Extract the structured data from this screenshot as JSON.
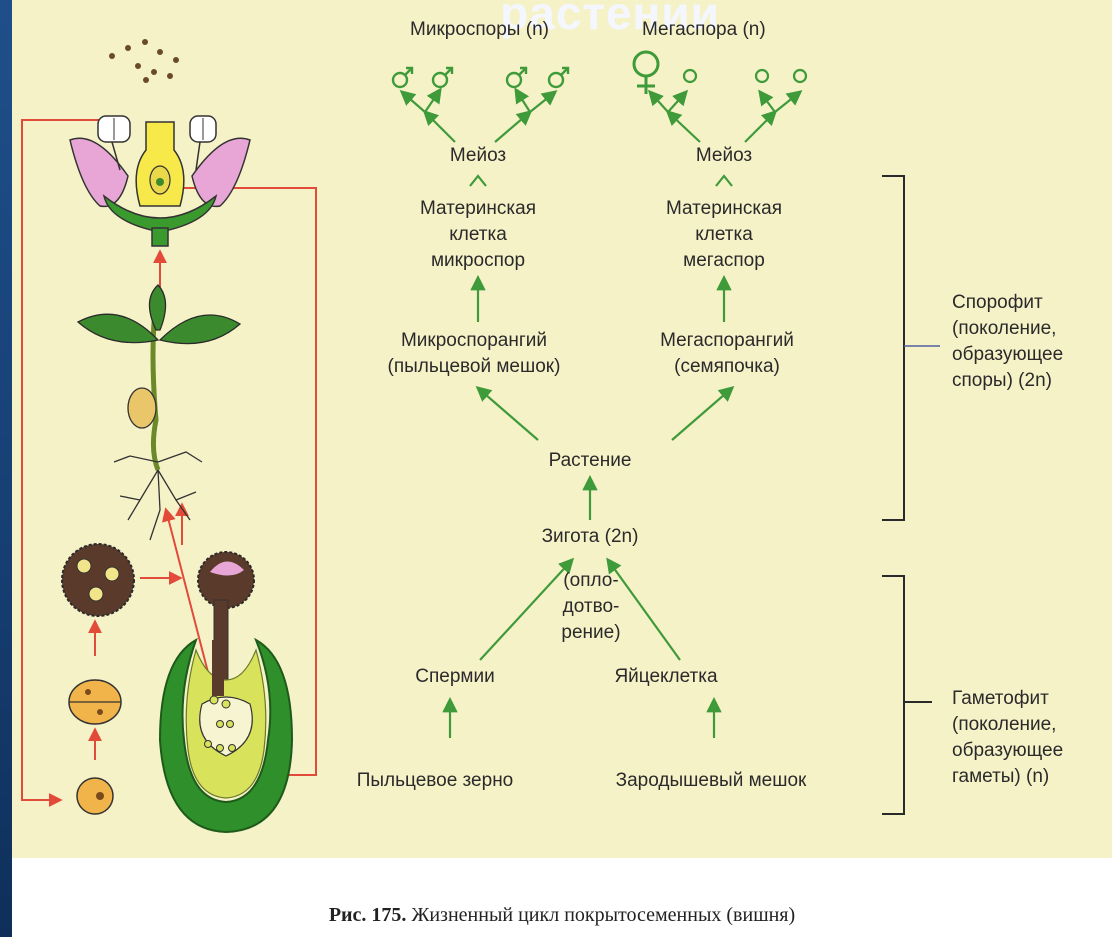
{
  "slide": {
    "title": "растении"
  },
  "diagram": {
    "microspores": "Микроспоры (n)",
    "megaspore": "Мегаспора (n)",
    "meiosis_left": "Мейоз",
    "meiosis_right": "Мейоз",
    "micro_mother_cell": [
      "Материнская",
      "клетка",
      "микроспор"
    ],
    "mega_mother_cell": [
      "Материнская",
      "клетка",
      "мегаспор"
    ],
    "microsporangium": [
      "Микроспорангий",
      "(пыльцевой мешок)"
    ],
    "megasporangium": [
      "Мегаспорангий",
      "(семяпочка)"
    ],
    "plant": "Растение",
    "zygote": "Зигота (2n)",
    "fertilization": [
      "(опло-",
      "дотво-",
      "рение)"
    ],
    "sperm": "Спермии",
    "egg": "Яйцеклетка",
    "pollen_grain": "Пыльцевое зерно",
    "embryo_sac": "Зародышевый мешок",
    "sporophyte": [
      "Спорофит",
      "(поколение,",
      "образующее",
      "споры) (2n)"
    ],
    "gametophyte": [
      "Гаметофит",
      "(поколение,",
      "образующее",
      "гаметы) (n)"
    ]
  },
  "caption": {
    "fig": "Рис. 175.",
    "text": "Жизненный цикл покрытосеменных (вишня)"
  },
  "colors": {
    "panel": "#f6f2c8",
    "arrow_green": "#3f9a3a",
    "arrow_red": "#e24a3a",
    "leaf": "#3b8a2e",
    "petal": "#e7a6d6",
    "ovule": "#2f8f2a",
    "ovule_cells": "#d8e25a"
  }
}
